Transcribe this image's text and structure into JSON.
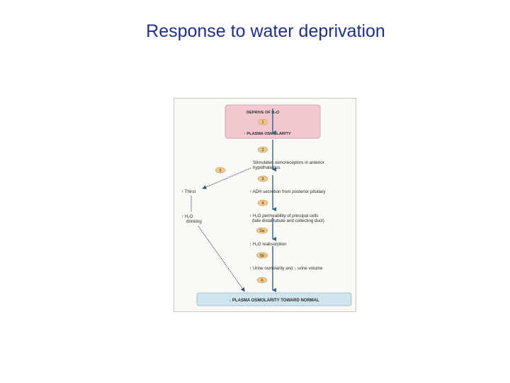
{
  "title": "Response to water deprivation",
  "colors": {
    "title": "#1f2f8a",
    "start_box": "#f3c9cf",
    "end_box": "#cfe6ef",
    "badge": "#f0c88a",
    "arrow": "#2f6488"
  },
  "diagram": {
    "start_line1": "DEPRIVE OF H₂O",
    "start_badge": "1",
    "start_line2": "↑ PLASMA OSMOLARITY",
    "badge_2": "2",
    "step2_line1": "Stimulates osmoreceptors in anterior",
    "step2_line2": "hypothalamus",
    "badge_3_left": "3",
    "left_thirst": "↑ Thirst",
    "left_drink_line1": "↑ H₂O",
    "left_drink_line2": "drinking",
    "badge_3_right": "3",
    "step3": "↑ ADH secretion from posterior pituitary",
    "badge_4": "4",
    "step4_line1": "↑ H₂O permeability of principal cells",
    "step4_line2": "(late distal tubule and collecting duct)",
    "badge_5a": "5a",
    "step5a": "↑ H₂O reabsorption",
    "badge_5b": "5b",
    "step5b": "↑ Urine osmolarity and  ↓ urine volume",
    "badge_6": "6",
    "end_box": "↓ PLASMA OSMOLARITY TOWARD NORMAL"
  }
}
